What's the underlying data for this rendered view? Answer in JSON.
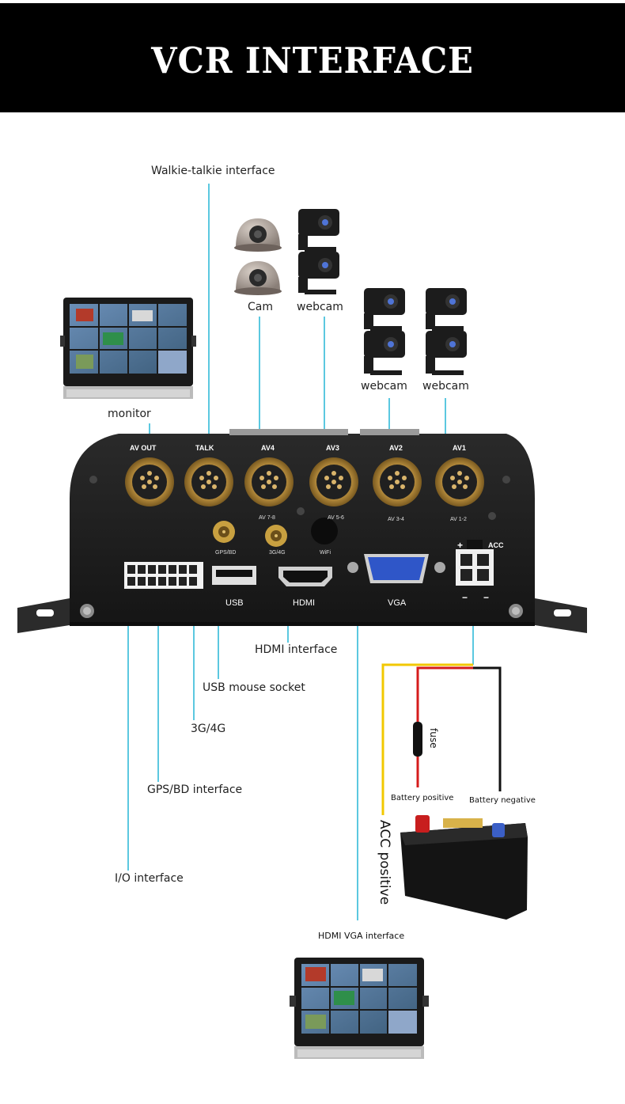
{
  "banner": {
    "title": "VCR INTERFACE"
  },
  "labels": {
    "walkie_talkie": "Walkie-talkie interface",
    "cam": "Cam",
    "webcam_top": "webcam",
    "webcam_left": "webcam",
    "webcam_right": "webcam",
    "monitor": "monitor",
    "hdmi_interface": "HDMI interface",
    "usb_mouse_socket": "USB mouse socket",
    "g34": "3G/4G",
    "gps_bd_interface": "GPS/BD interface",
    "io_interface": "I/O interface",
    "fuse": "fuse",
    "battery_positive": "Battery positive",
    "battery_negative": "Battery negative",
    "acc_positive": "ACC positive",
    "hdmi_vga_interface": "HDMI VGA interface"
  },
  "device": {
    "ports": {
      "av_out": "AV OUT",
      "talk": "TALK",
      "av4": "AV4",
      "av3": "AV3",
      "av2": "AV2",
      "av1": "AV1",
      "av78": "AV 7-8",
      "av56": "AV 5-6",
      "av34": "AV 3-4",
      "av12": "AV 1-2",
      "gps_bd": "GPS/BD",
      "g34": "3G/4G",
      "wifi": "WiFi",
      "usb": "USB",
      "hdmi": "HDMI",
      "vga": "VGA",
      "acc": "ACC",
      "plus": "+",
      "minus_left": "−",
      "minus_right": "−"
    }
  },
  "colors": {
    "leader": "#5bc8e0",
    "acc_wire": "#f2c800",
    "positive_wire": "#d61c1c",
    "negative_wire": "#111111",
    "device_body": "#1e1e1e",
    "connector": "#b8923a"
  },
  "icons": [
    "dome-camera-icon",
    "box-camera-icon",
    "monitor-icon",
    "battery-icon",
    "fuse-icon"
  ]
}
